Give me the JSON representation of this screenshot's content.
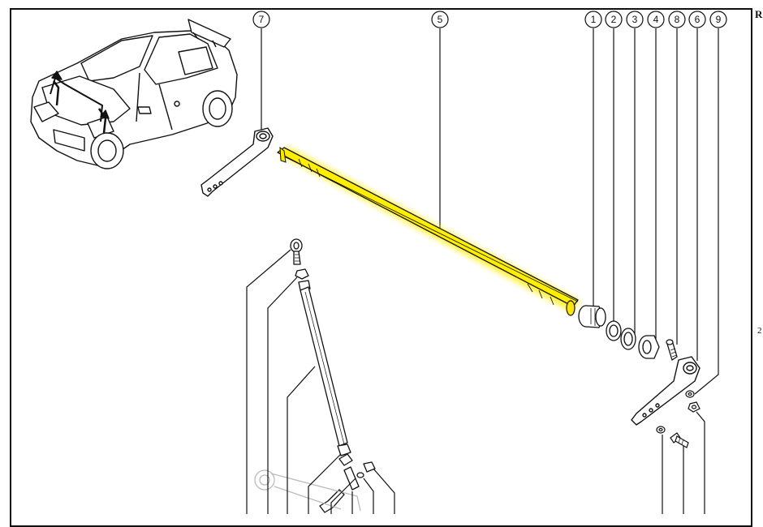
{
  "diagram": {
    "callouts": [
      "7",
      "5",
      "1",
      "2",
      "3",
      "4",
      "8",
      "6",
      "9"
    ],
    "edge_text": {
      "right_top": "R",
      "right_mid": "2"
    },
    "highlight_color": "#ffee00",
    "line_color": "#111111"
  }
}
